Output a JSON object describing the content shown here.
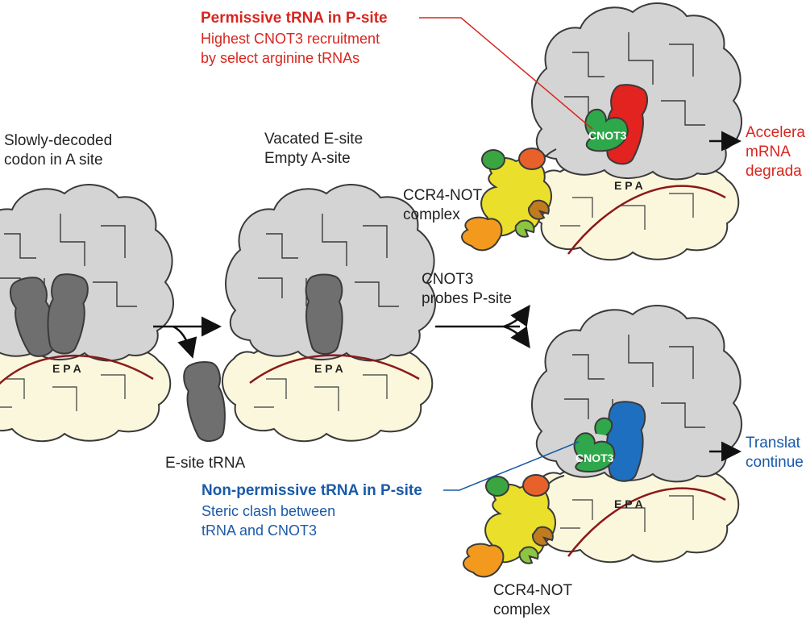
{
  "colors": {
    "large_subunit": "#d4d4d4",
    "small_subunit": "#fbf7dd",
    "outline": "#3a3a3a",
    "trna_gray": "#6f6f6f",
    "trna_red": "#e3231f",
    "trna_blue": "#1f6fc0",
    "cnot3_green": "#2ea84a",
    "mrna": "#8b1a1a",
    "permissive_red": "#d8261f",
    "nonpermissive_blue": "#1a5aa8",
    "ccr4_yellow": "#eadf2b",
    "ccr4_orange": "#f39a1e",
    "ccr4_green": "#3aa642",
    "ccr4_red_orange": "#e8602a",
    "ccr4_brown": "#c07b1e",
    "ccr4_lime": "#8cc540"
  },
  "stage1": {
    "label_line1": "Slowly-decoded",
    "label_line2": "codon in A site",
    "site_letters": "E P A"
  },
  "exit": {
    "label": "E-site tRNA"
  },
  "stage2": {
    "label_line1": "Vacated E-site",
    "label_line2": "Empty A-site",
    "site_letters": "E P A"
  },
  "probe": {
    "label_line1": "CNOT3",
    "label_line2": "probes P-site"
  },
  "permissive": {
    "title": "Permissive tRNA in P-site",
    "desc_line1": "Highest CNOT3 recruitment",
    "desc_line2": "by select arginine tRNAs",
    "cnot3_label": "CNOT3",
    "complex_line1": "CCR4-NOT",
    "complex_line2": "complex",
    "site_letters": "E P A",
    "outcome_line1": "Accelera",
    "outcome_line2": "mRNA",
    "outcome_line3": "degrada"
  },
  "nonpermissive": {
    "title": "Non-permissive tRNA in P-site",
    "desc_line1": "Steric clash between",
    "desc_line2": "tRNA and CNOT3",
    "cnot3_label": "CNOT3",
    "complex_line1": "CCR4-NOT",
    "complex_line2": "complex",
    "site_letters": "E P A",
    "outcome_line1": "Translat",
    "outcome_line2": "continue"
  }
}
